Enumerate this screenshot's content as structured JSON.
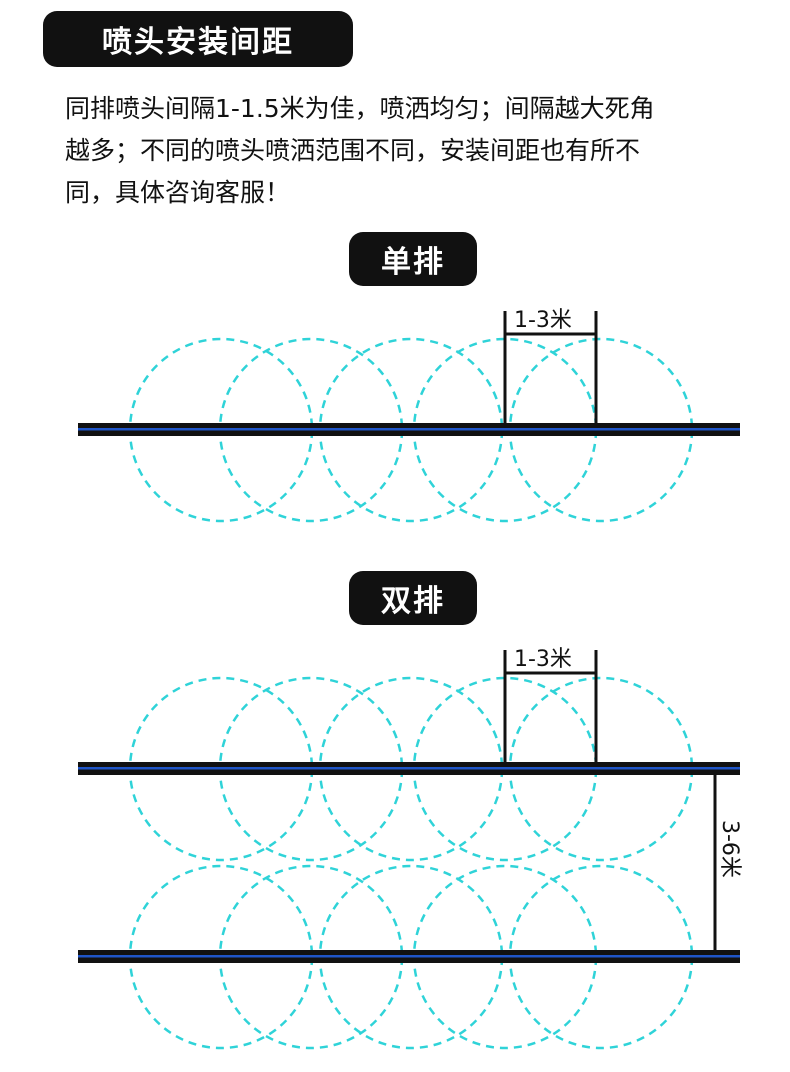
{
  "title": "喷头安装间距",
  "description": "同排喷头间隔1-1.5米为佳，喷洒均匀；间隔越大死角\n越多；不同的喷头喷洒范围不同，安装间距也有所不\n同，具体咨询客服！",
  "sections": [
    {
      "label": "单排",
      "spacing_label": "1-3米"
    },
    {
      "label": "双排",
      "spacing_label": "1-3米",
      "row_gap_label": "3-6米"
    }
  ],
  "colors": {
    "pipe": "#111111",
    "pipe_stripe": "#1f55c8",
    "spray": "#2fd3d8",
    "pill_bg": "#111111"
  }
}
